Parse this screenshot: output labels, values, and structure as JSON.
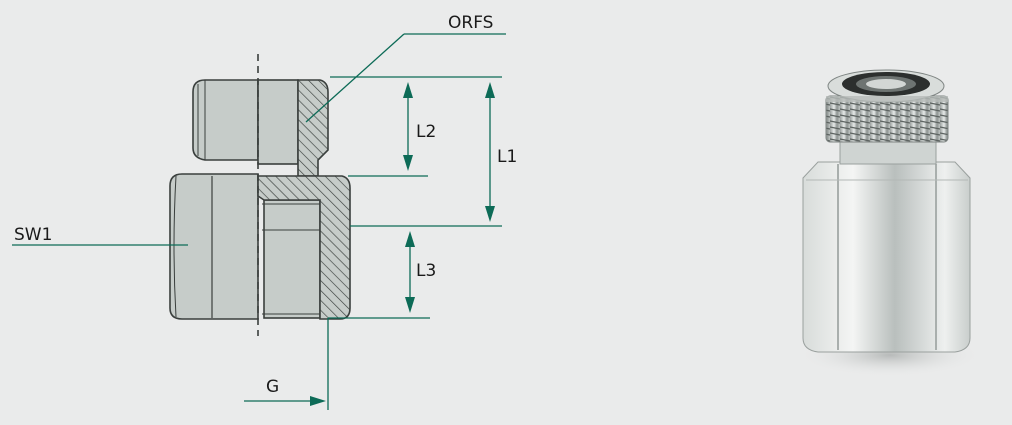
{
  "labels": {
    "orfs": "ORFS",
    "sw1": "SW1",
    "l1": "L1",
    "l2": "L2",
    "l3": "L3",
    "g": "G"
  },
  "colors": {
    "background": "#eaebeb",
    "body_fill": "#c6ccc9",
    "outline": "#3a3f3d",
    "dimension": "#0d6b57",
    "text": "#1a1a1a"
  },
  "icons": {
    "dimension_arrow": "arrowhead",
    "photo": "adapter-fitting-photo"
  }
}
